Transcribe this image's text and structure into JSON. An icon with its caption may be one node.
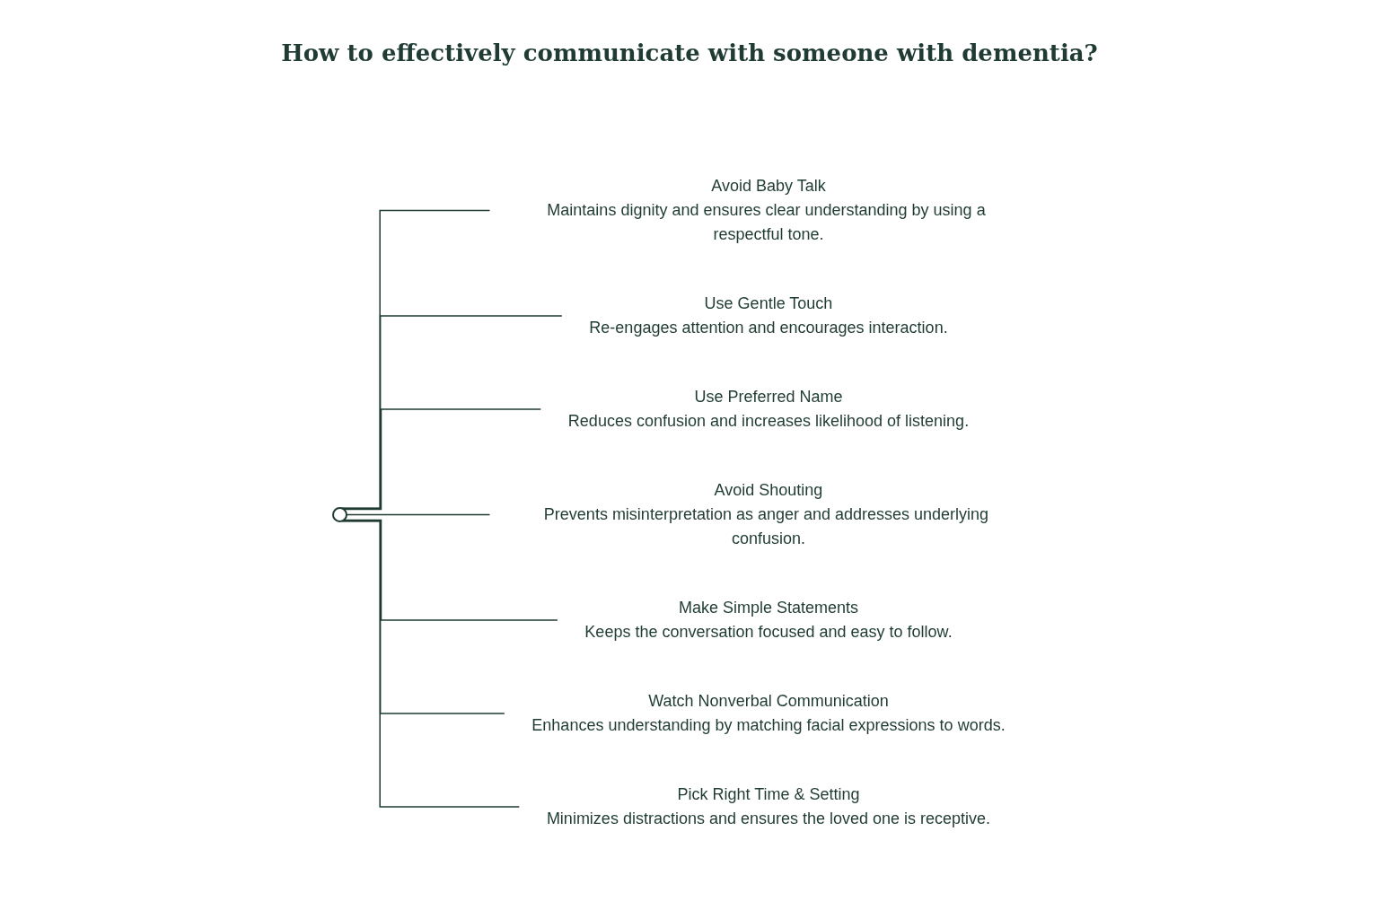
{
  "diagram": {
    "title": "How to effectively communicate with someone with dementia?",
    "nodes": [
      {
        "text": [],
        "shape": "circle"
      },
      {
        "text": [
          "Avoid Baby Talk",
          "Maintains dignity and ensures clear understanding by using a respectful tone."
        ]
      },
      {
        "text": [
          "Use Gentle Touch",
          "Re-engages attention and encourages interaction."
        ]
      },
      {
        "text": [
          "Use Preferred Name",
          "Reduces confusion and increases likelihood of listening."
        ]
      },
      {
        "text": [
          "Avoid Shouting",
          "Prevents misinterpretation as anger and addresses underlying confusion."
        ]
      },
      {
        "text": [
          "Make Simple Statements",
          "Keeps the conversation focused and easy to follow."
        ]
      },
      {
        "text": [
          "Watch Nonverbal Communication",
          "Enhances understanding by matching facial expressions to words."
        ]
      },
      {
        "text": [
          "Pick Right Time & Setting",
          "Minimizes distractions and ensures the loved one is receptive."
        ]
      }
    ],
    "edges": [
      {
        "from": 0,
        "to": 1,
        "arrow": "none"
      },
      {
        "from": 0,
        "to": 2,
        "arrow": "none"
      },
      {
        "from": 0,
        "to": 3,
        "arrow": "none"
      },
      {
        "from": 0,
        "to": 4,
        "arrow": "none"
      },
      {
        "from": 0,
        "to": 5,
        "arrow": "none"
      },
      {
        "from": 0,
        "to": 6,
        "arrow": "none"
      },
      {
        "from": 0,
        "to": 7,
        "arrow": "none"
      }
    ]
  }
}
